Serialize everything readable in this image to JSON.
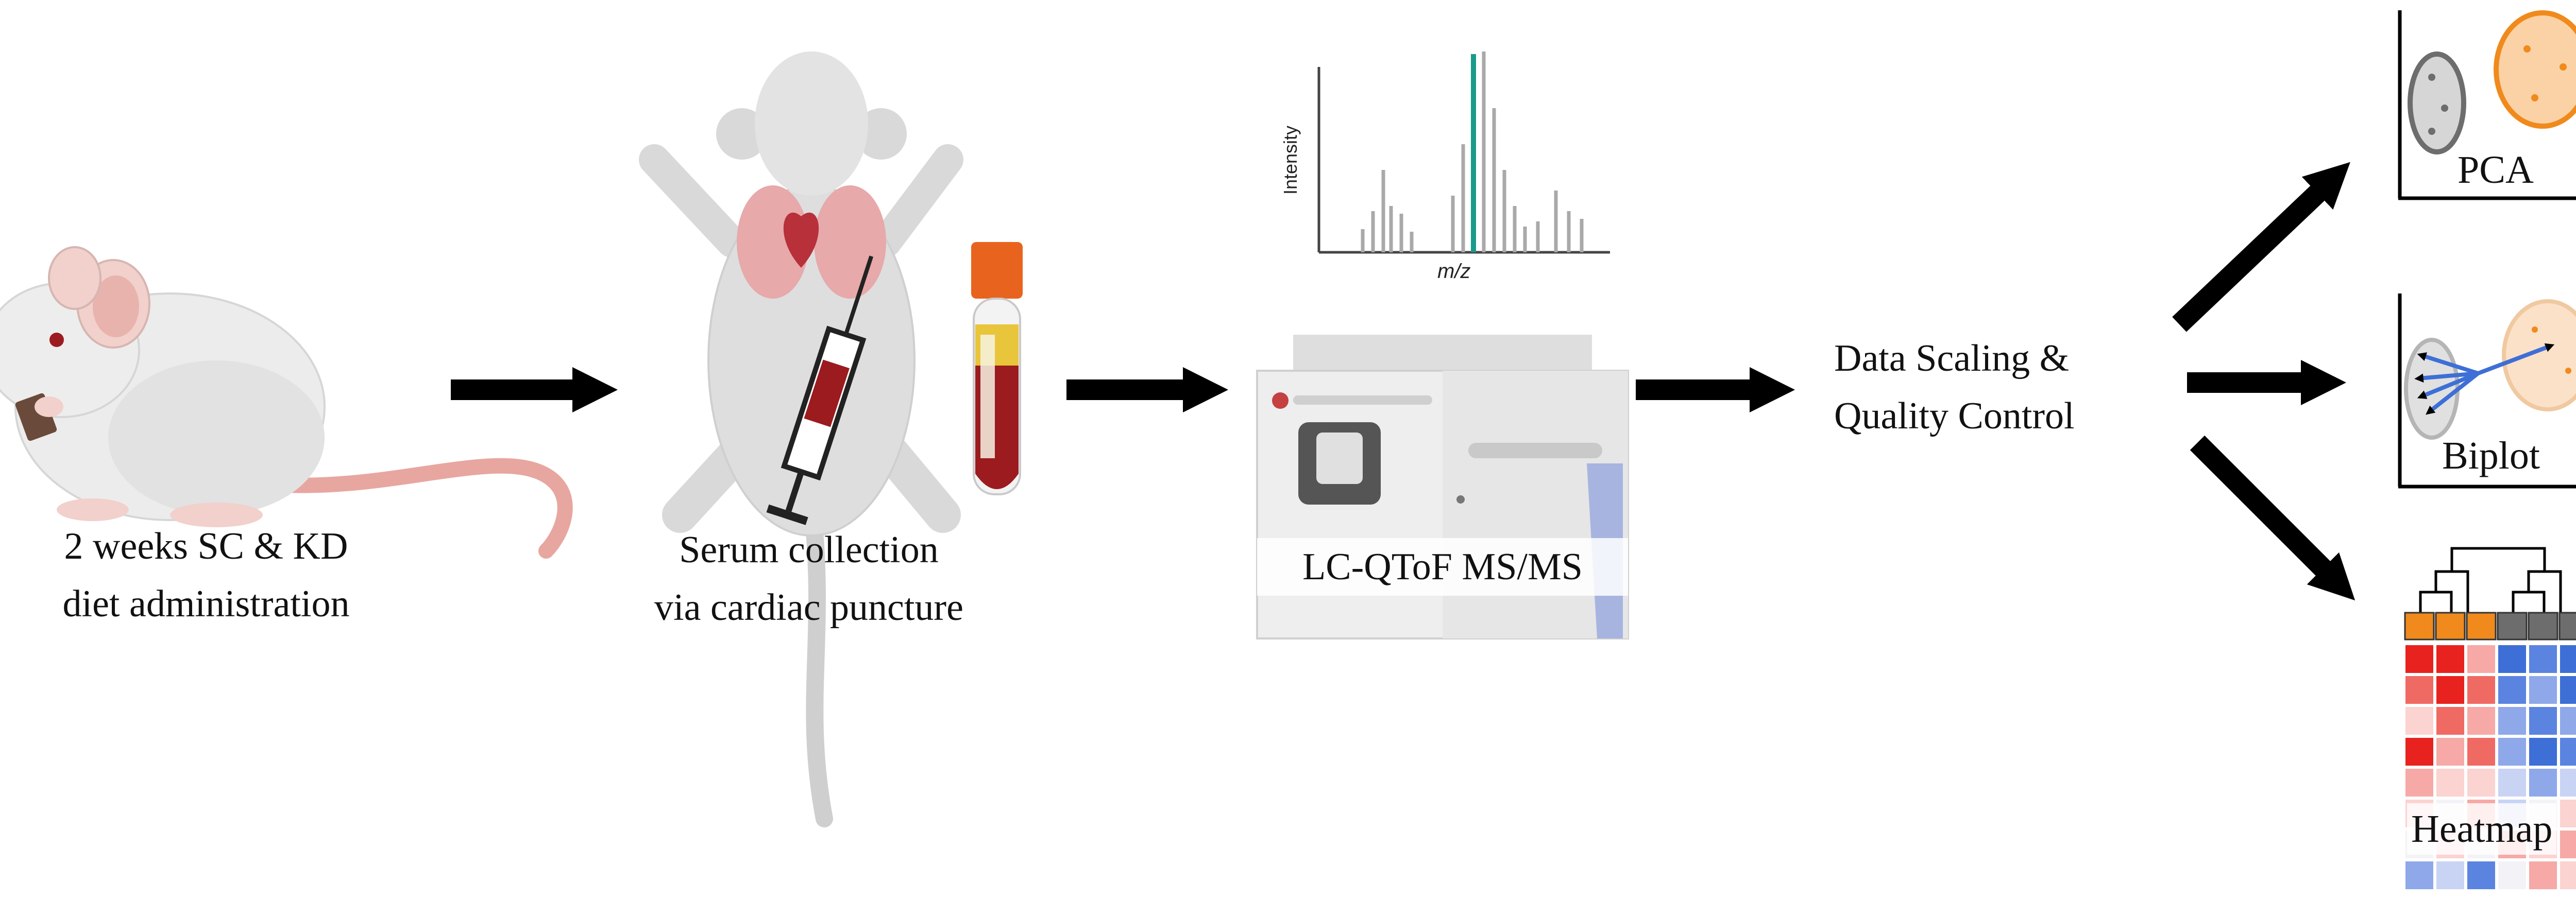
{
  "steps": {
    "diet": {
      "line1": "2 weeks SC & KD",
      "line2": "diet administration"
    },
    "serum": {
      "line1": "Serum collection",
      "line2": "via cardiac puncture"
    },
    "ms": {
      "label": "LC-QToF MS/MS"
    },
    "scaling": {
      "line1": "Data Scaling &",
      "line2": "Quality Control"
    }
  },
  "spectrum": {
    "ylabel": "Intensity",
    "xlabel": "m/z"
  },
  "outputs": {
    "pca": "PCA",
    "biplot": "Biplot",
    "heatmap": "Heatmap"
  },
  "colors": {
    "arrow": "#000000",
    "group_sc": "#f08a1c",
    "group_kd": "#6d6d6d",
    "spectrum_peak": "#1a9a8a",
    "heat_high": "#e8221e",
    "heat_low": "#3d6fd6",
    "blood": "#9b1b1f",
    "tube_cap": "#e8641e"
  },
  "icons": [
    "mouse-icon",
    "dissected-mouse-icon",
    "syringe-icon",
    "blood-tube-icon",
    "mass-spectrometer-icon",
    "arrow-icon"
  ]
}
